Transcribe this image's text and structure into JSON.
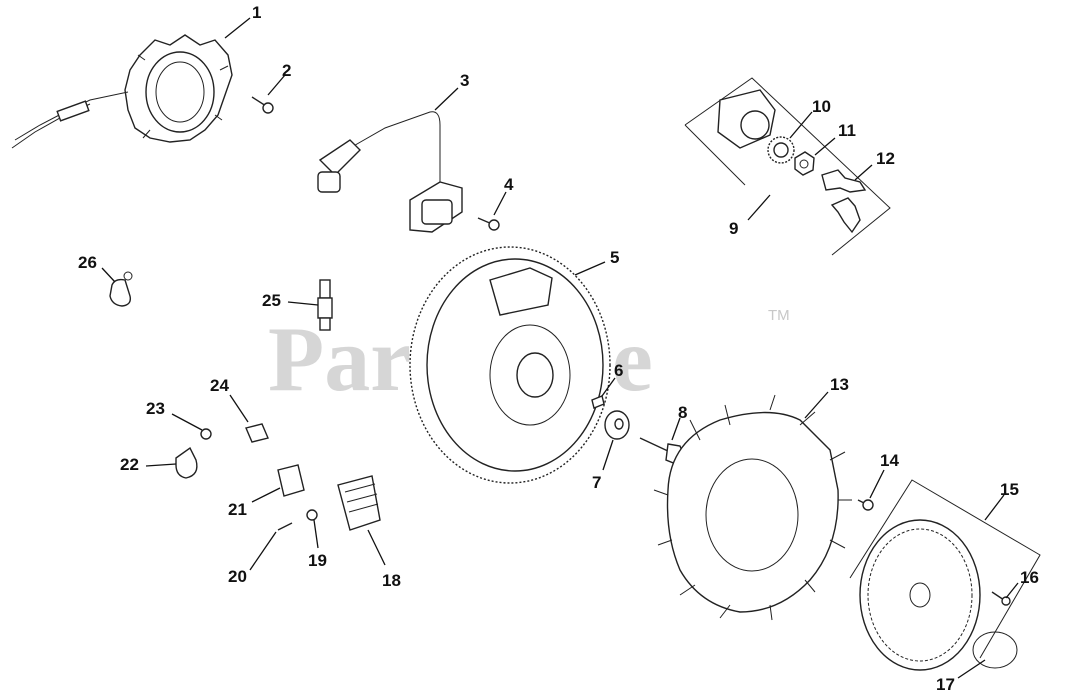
{
  "watermark": {
    "text": "PartsTree",
    "trademark": "TM"
  },
  "callouts": [
    "1",
    "2",
    "3",
    "4",
    "5",
    "6",
    "7",
    "8",
    "9",
    "10",
    "11",
    "12",
    "13",
    "14",
    "15",
    "16",
    "17",
    "18",
    "19",
    "20",
    "21",
    "22",
    "23",
    "24",
    "25",
    "26"
  ],
  "colors": {
    "line": "#222222",
    "watermark": "#d6d6d6",
    "background": "#ffffff"
  }
}
